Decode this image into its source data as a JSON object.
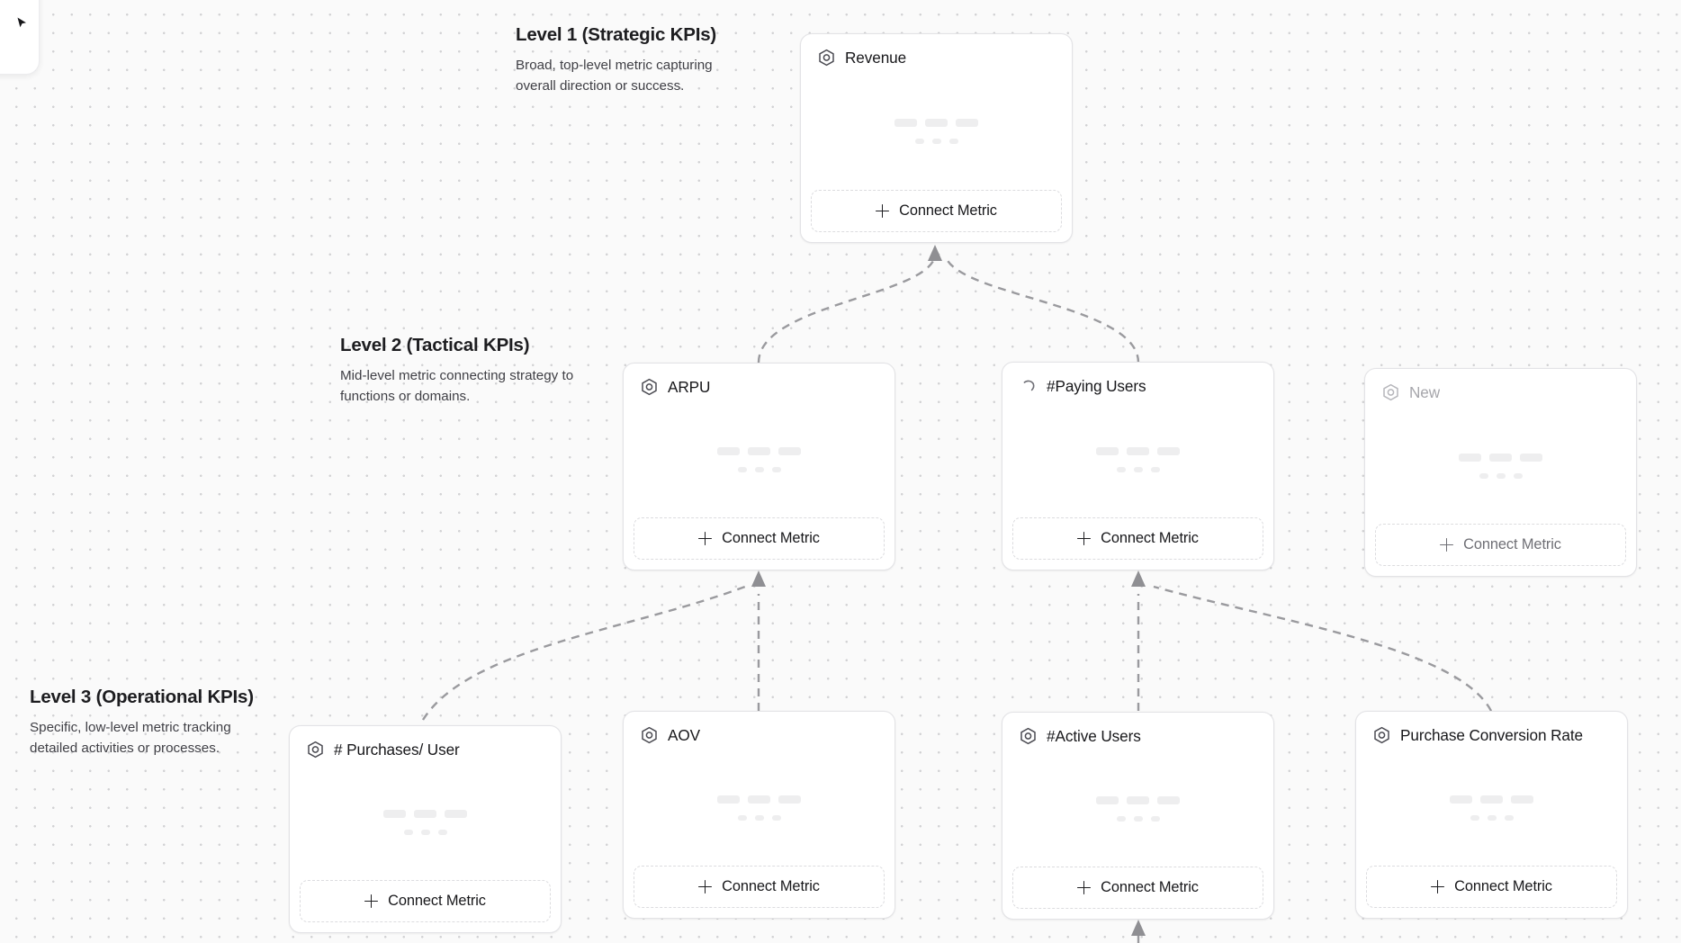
{
  "canvas": {
    "background_color": "#fafafa",
    "dot_color": "#d2d2d4",
    "edge_color": "#9a9a9e"
  },
  "levels": [
    {
      "id": "level-1",
      "title": "Level 1 (Strategic KPIs)",
      "description": "Broad, top-level metric capturing overall direction or success."
    },
    {
      "id": "level-2",
      "title": "Level 2 (Tactical KPIs)",
      "description": "Mid-level metric connecting strategy to functions or domains."
    },
    {
      "id": "level-3",
      "title": "Level 3 (Operational KPIs)",
      "description": "Specific, low-level metric tracking detailed activities or processes."
    }
  ],
  "connect_button_label": "Connect Metric",
  "cards": [
    {
      "id": "revenue",
      "title": "Revenue",
      "icon": "hexagon-metric-icon",
      "state": "normal",
      "level": 1
    },
    {
      "id": "arpu",
      "title": "ARPU",
      "icon": "hexagon-metric-icon",
      "state": "normal",
      "level": 2
    },
    {
      "id": "paying-users",
      "title": "#Paying Users",
      "icon": "spinner-loading-icon",
      "state": "loading",
      "level": 2
    },
    {
      "id": "new",
      "title": "New",
      "icon": "hexagon-metric-icon",
      "state": "muted",
      "level": 2
    },
    {
      "id": "purchases-user",
      "title": "# Purchases/ User",
      "icon": "hexagon-metric-icon",
      "state": "normal",
      "level": 3
    },
    {
      "id": "aov",
      "title": "AOV",
      "icon": "hexagon-metric-icon",
      "state": "normal",
      "level": 3
    },
    {
      "id": "active-users",
      "title": "#Active Users",
      "icon": "hexagon-metric-icon",
      "state": "normal",
      "level": 3
    },
    {
      "id": "purchase-conv",
      "title": "Purchase Conversion Rate",
      "icon": "hexagon-metric-icon",
      "state": "normal",
      "level": 3
    }
  ]
}
